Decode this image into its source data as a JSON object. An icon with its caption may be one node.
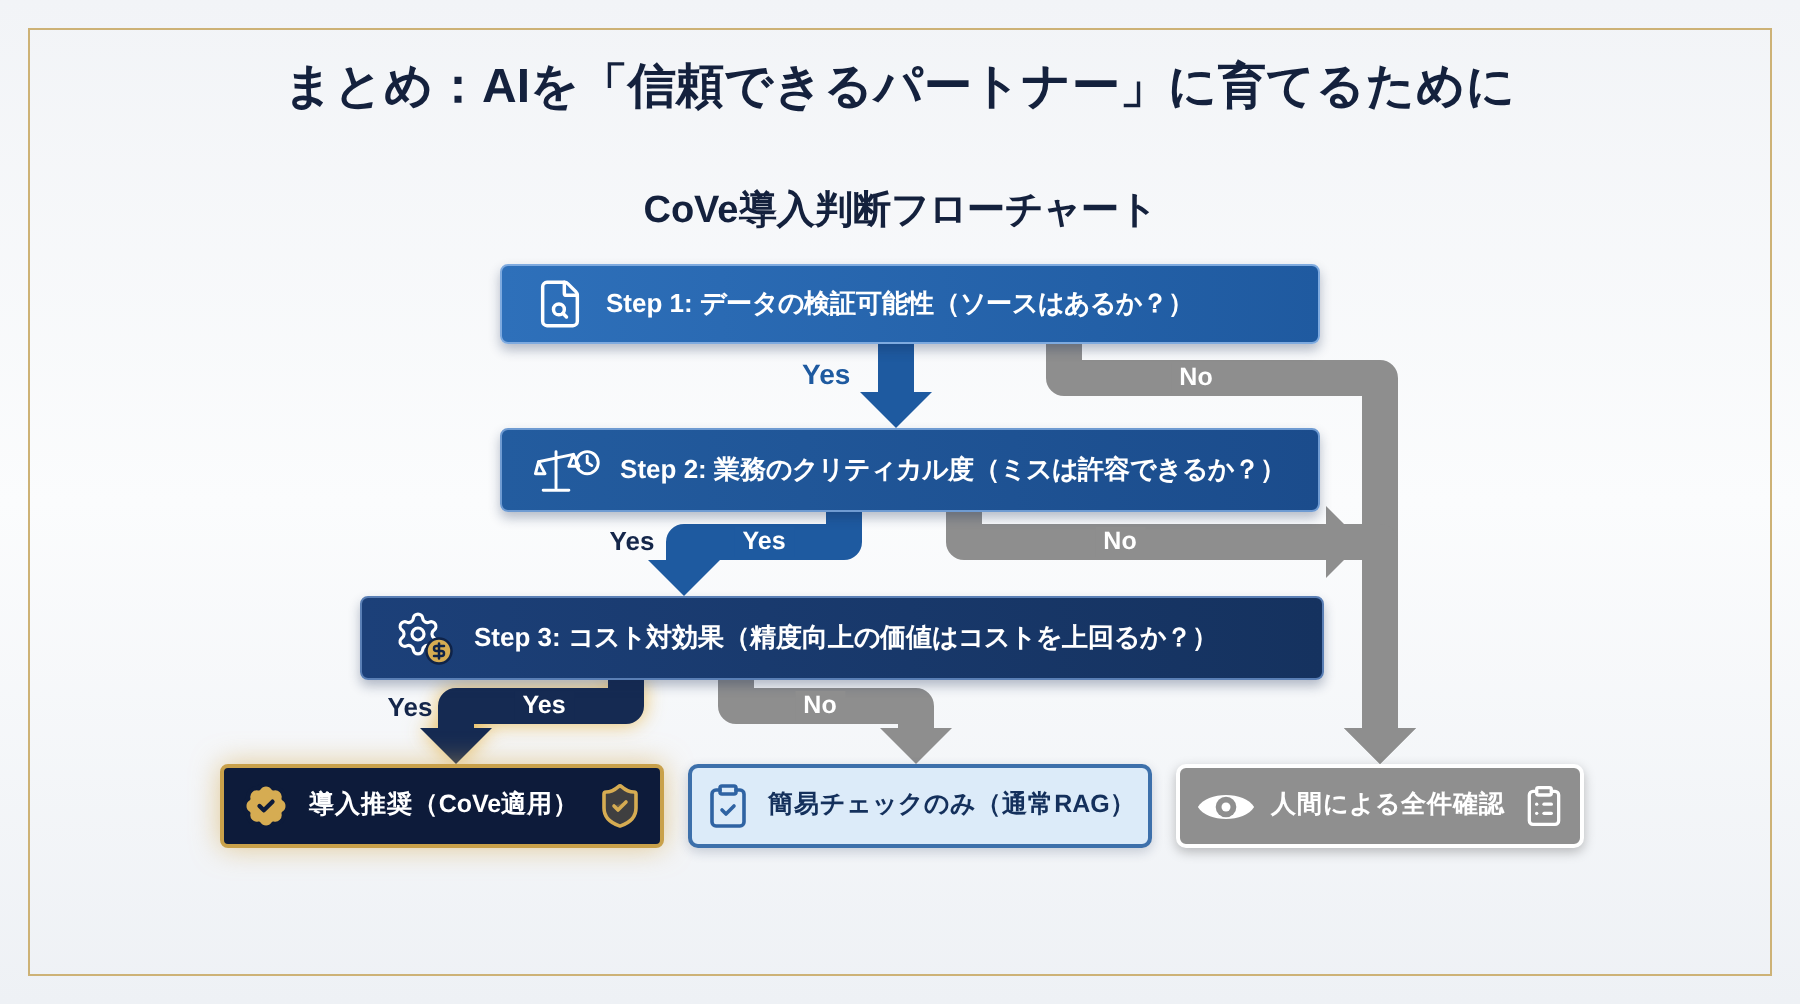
{
  "diagram": {
    "title": "まとめ：AIを「信頼できるパートナー」に育てるために",
    "nodes": [
      {
        "text": [
          "Step 1: データの検証可能性（ソースはあるか？）"
        ]
      },
      {
        "text": [
          "Step 2: 業務のクリティカル度（ミスは許容できるか？）"
        ]
      },
      {
        "text": [
          "Step 3: コスト対効果（精度向上の価値はコストを上回るか？）"
        ]
      },
      {
        "text": [
          "導入推奨（CoVe適用）"
        ]
      },
      {
        "text": [
          "簡易チェックのみ（通常RAG）"
        ]
      },
      {
        "text": [
          "人間による全件確認"
        ]
      }
    ],
    "edges": [
      {
        "from": 0,
        "to": 1,
        "arrow": "to",
        "label": "Yes",
        "color": "#1e5aa0"
      },
      {
        "from": 0,
        "to": 5,
        "arrow": "to",
        "label": "No"
      },
      {
        "from": 1,
        "to": 2,
        "arrow": "to",
        "label": "Yes",
        "color": "#1e5aa0"
      },
      {
        "from": 1,
        "to": 5,
        "arrow": "to",
        "label": "No"
      },
      {
        "from": 2,
        "to": 3,
        "arrow": "to",
        "label": "Yes",
        "color": "#152a52"
      },
      {
        "from": 2,
        "to": 4,
        "arrow": "to",
        "label": "No"
      }
    ],
    "labels": [
      "CoVe導入判断フローチャート",
      "Yes",
      "Yes"
    ]
  }
}
